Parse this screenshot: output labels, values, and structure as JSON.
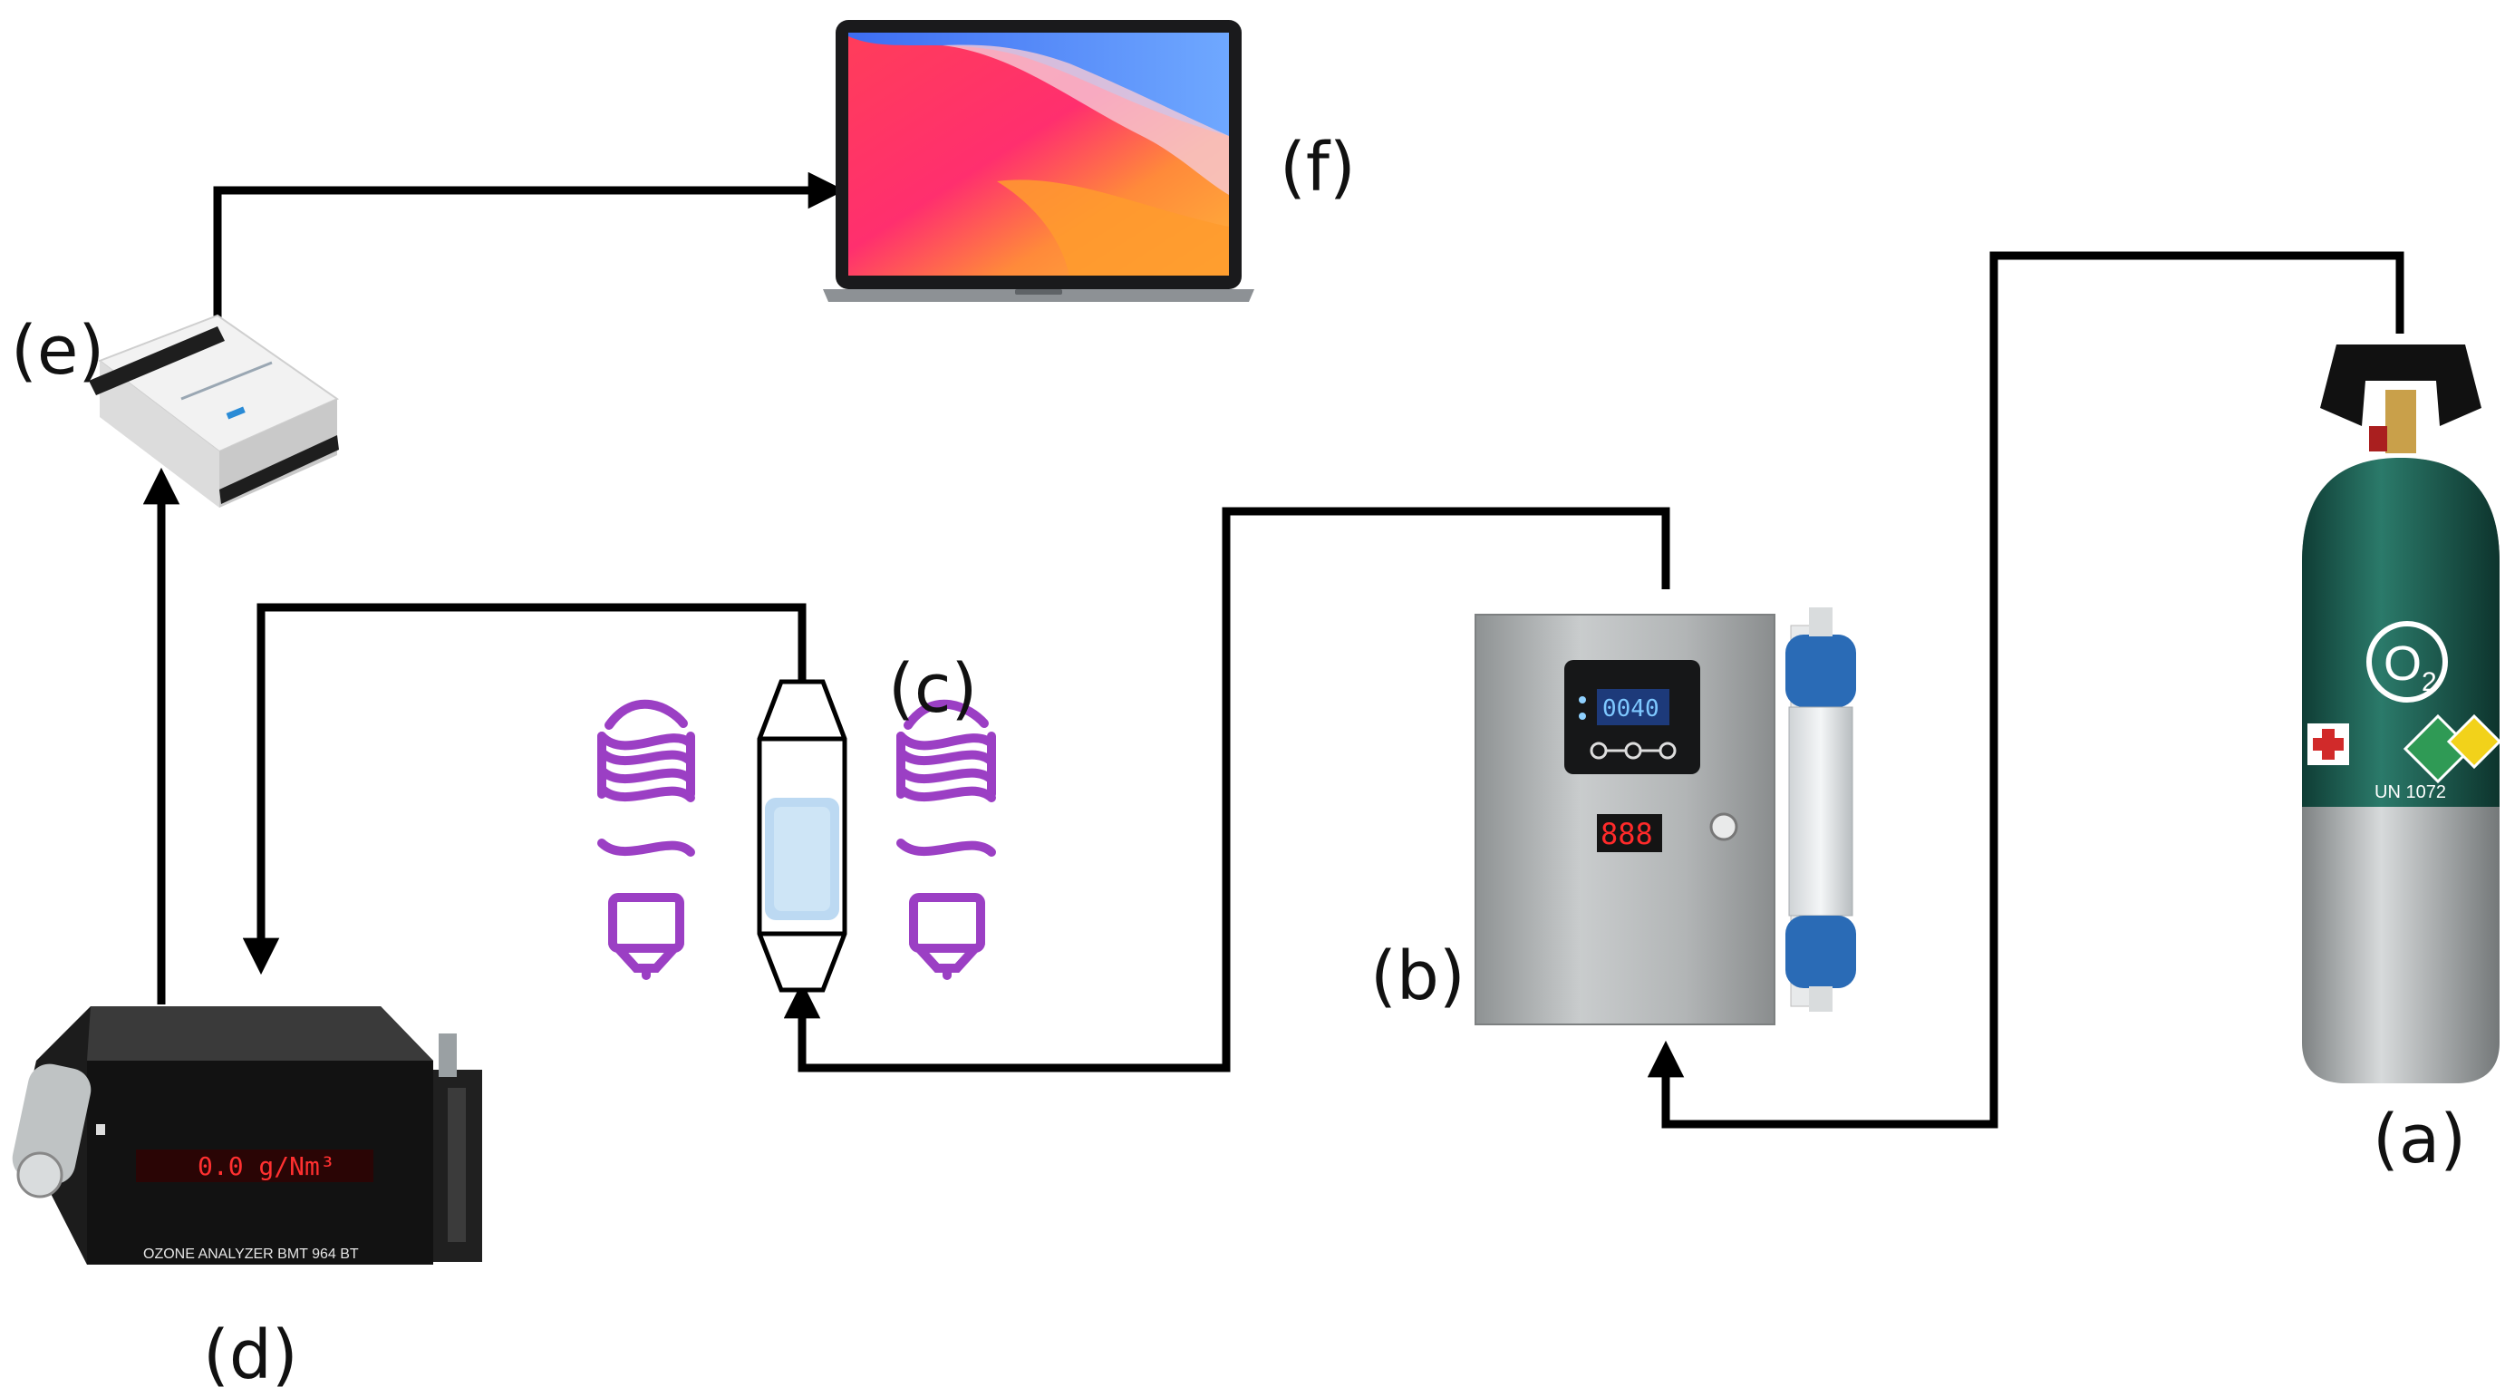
{
  "labels": {
    "a": "(a)",
    "b": "(b)",
    "c": "(c)",
    "d": "(d)",
    "e": "(e)",
    "f": "(f)"
  },
  "cylinder": {
    "formula_main": "O",
    "formula_sub": "2",
    "un_number": "UN 1072"
  },
  "generator": {
    "display": "888",
    "panel_display": "0040"
  },
  "analyzer": {
    "reading": "0.0 g/Nm³",
    "model": "OZONE ANALYZER BMT 964 BT"
  },
  "colors": {
    "line": "#000000",
    "lamp": "#9b3fc4",
    "cylinder_top": "#1f5e52",
    "steel": "#b9bcbd",
    "filter_blue": "#2a6bb6",
    "lcd_red": "#ff2a2a"
  }
}
